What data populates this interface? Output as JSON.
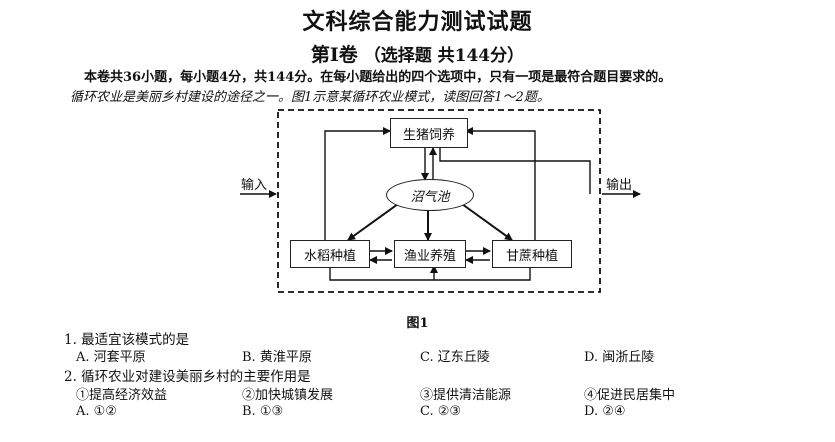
{
  "document": {
    "title": "文科综合能力测试试题",
    "section_main": "第Ⅰ卷",
    "section_note": "（选择题 共144分）",
    "instruction": "本卷共36小题，每小题4分，共144分。在每小题给出的四个选项中，只有一项是最符合题目要求的。",
    "intro": "循环农业是美丽乡村建设的途径之一。图1示意某循环农业模式，读图回答1～2题。"
  },
  "figure": {
    "caption": "图1",
    "nodes": {
      "pig": "生猪饲养",
      "biogas": "沼气池",
      "rice": "水稻种植",
      "fish": "渔业养殖",
      "sugarcane": "甘蔗种植"
    },
    "input_label": "输入",
    "output_label": "输出"
  },
  "questions": [
    {
      "stem": "1. 最适宜该模式的是",
      "options": [
        "A. 河套平原",
        "B. 黄淮平原",
        "C. 辽东丘陵",
        "D. 闽浙丘陵"
      ]
    },
    {
      "stem": "2. 循环农业对建设美丽乡村的主要作用是",
      "items": [
        "①提高经济效益",
        "②加快城镇发展",
        "③提供清洁能源",
        "④促进民居集中"
      ],
      "options": [
        "A. ①②",
        "B. ①③",
        "C. ②③",
        "D. ②④"
      ]
    }
  ]
}
